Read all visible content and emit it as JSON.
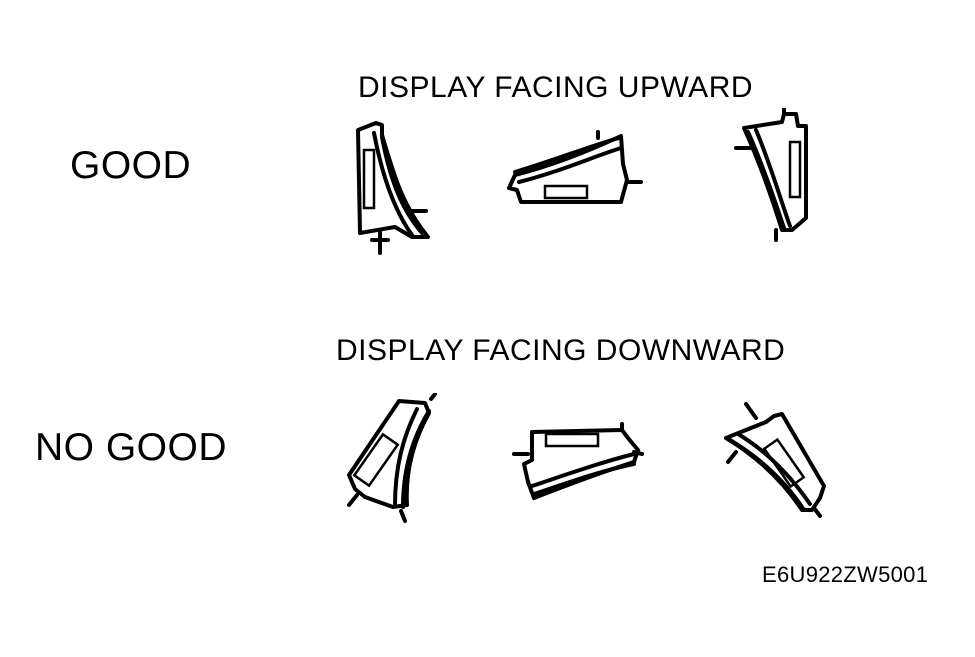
{
  "figure": {
    "upward_heading": "DISPLAY FACING UPWARD",
    "downward_heading": "DISPLAY FACING DOWNWARD",
    "good_label": "GOOD",
    "no_good_label": "NO GOOD",
    "code": "E6U922ZW5001"
  }
}
